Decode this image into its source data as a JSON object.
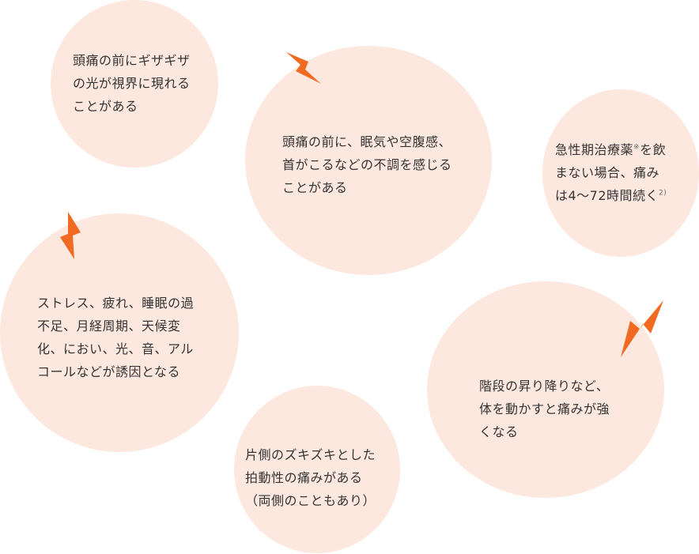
{
  "colors": {
    "bubble_fill": "#fde8df",
    "accent_bolt": "#f26a21",
    "text": "#333333"
  },
  "bubbles": [
    {
      "id": "aura",
      "lines": [
        "頭痛の前にギザギザ",
        "の光が視界に現れる",
        "ことがある"
      ]
    },
    {
      "id": "prodrome",
      "lines": [
        "頭痛の前に、眠気や空腹感、",
        "首がこるなどの不調を感じる",
        "ことがある"
      ]
    },
    {
      "id": "duration",
      "line1_main": "急性期治療薬",
      "line1_mark": "※",
      "line1_tail": "を飲",
      "line2": "まない場合、痛み",
      "line3_main": "は4〜72時間続く",
      "line3_ref": "2)"
    },
    {
      "id": "triggers",
      "lines": [
        "ストレス、疲れ、睡眠の過",
        "不足、月経周期、天候変",
        "化、におい、光、音、アル",
        "コールなどが誘因となる"
      ]
    },
    {
      "id": "movement",
      "lines": [
        "階段の昇り降りなど、",
        "体を動かすと痛みが強",
        "くなる"
      ]
    },
    {
      "id": "pulsating",
      "lines": [
        "片側のズキズキとした",
        "拍動性の痛みがある",
        "（両側のこともあり）"
      ]
    }
  ]
}
